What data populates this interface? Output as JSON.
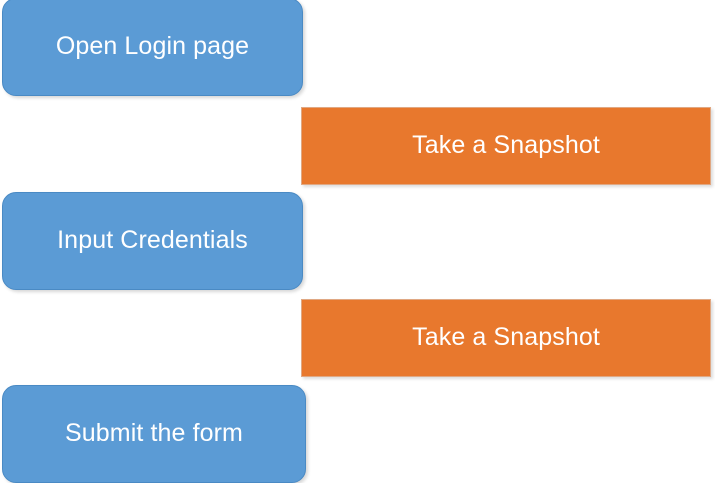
{
  "diagram": {
    "type": "flow-steps",
    "background_color": "#FFFFFF",
    "palette": {
      "step_fill": "#5B9BD5",
      "step_border": "#4A8AC4",
      "snapshot_fill": "#E8782D",
      "snapshot_border": "#E0A883",
      "text_color": "#FFFFFF"
    },
    "nodes": [
      {
        "id": "step-open-login-page",
        "label": "Open Login page",
        "kind": "step"
      },
      {
        "id": "snapshot-1",
        "label": "Take a Snapshot",
        "kind": "snapshot"
      },
      {
        "id": "step-input-credentials",
        "label": "Input Credentials",
        "kind": "step"
      },
      {
        "id": "snapshot-2",
        "label": "Take a Snapshot",
        "kind": "snapshot"
      },
      {
        "id": "step-submit-the-form",
        "label": "Submit the form",
        "kind": "step"
      }
    ]
  }
}
